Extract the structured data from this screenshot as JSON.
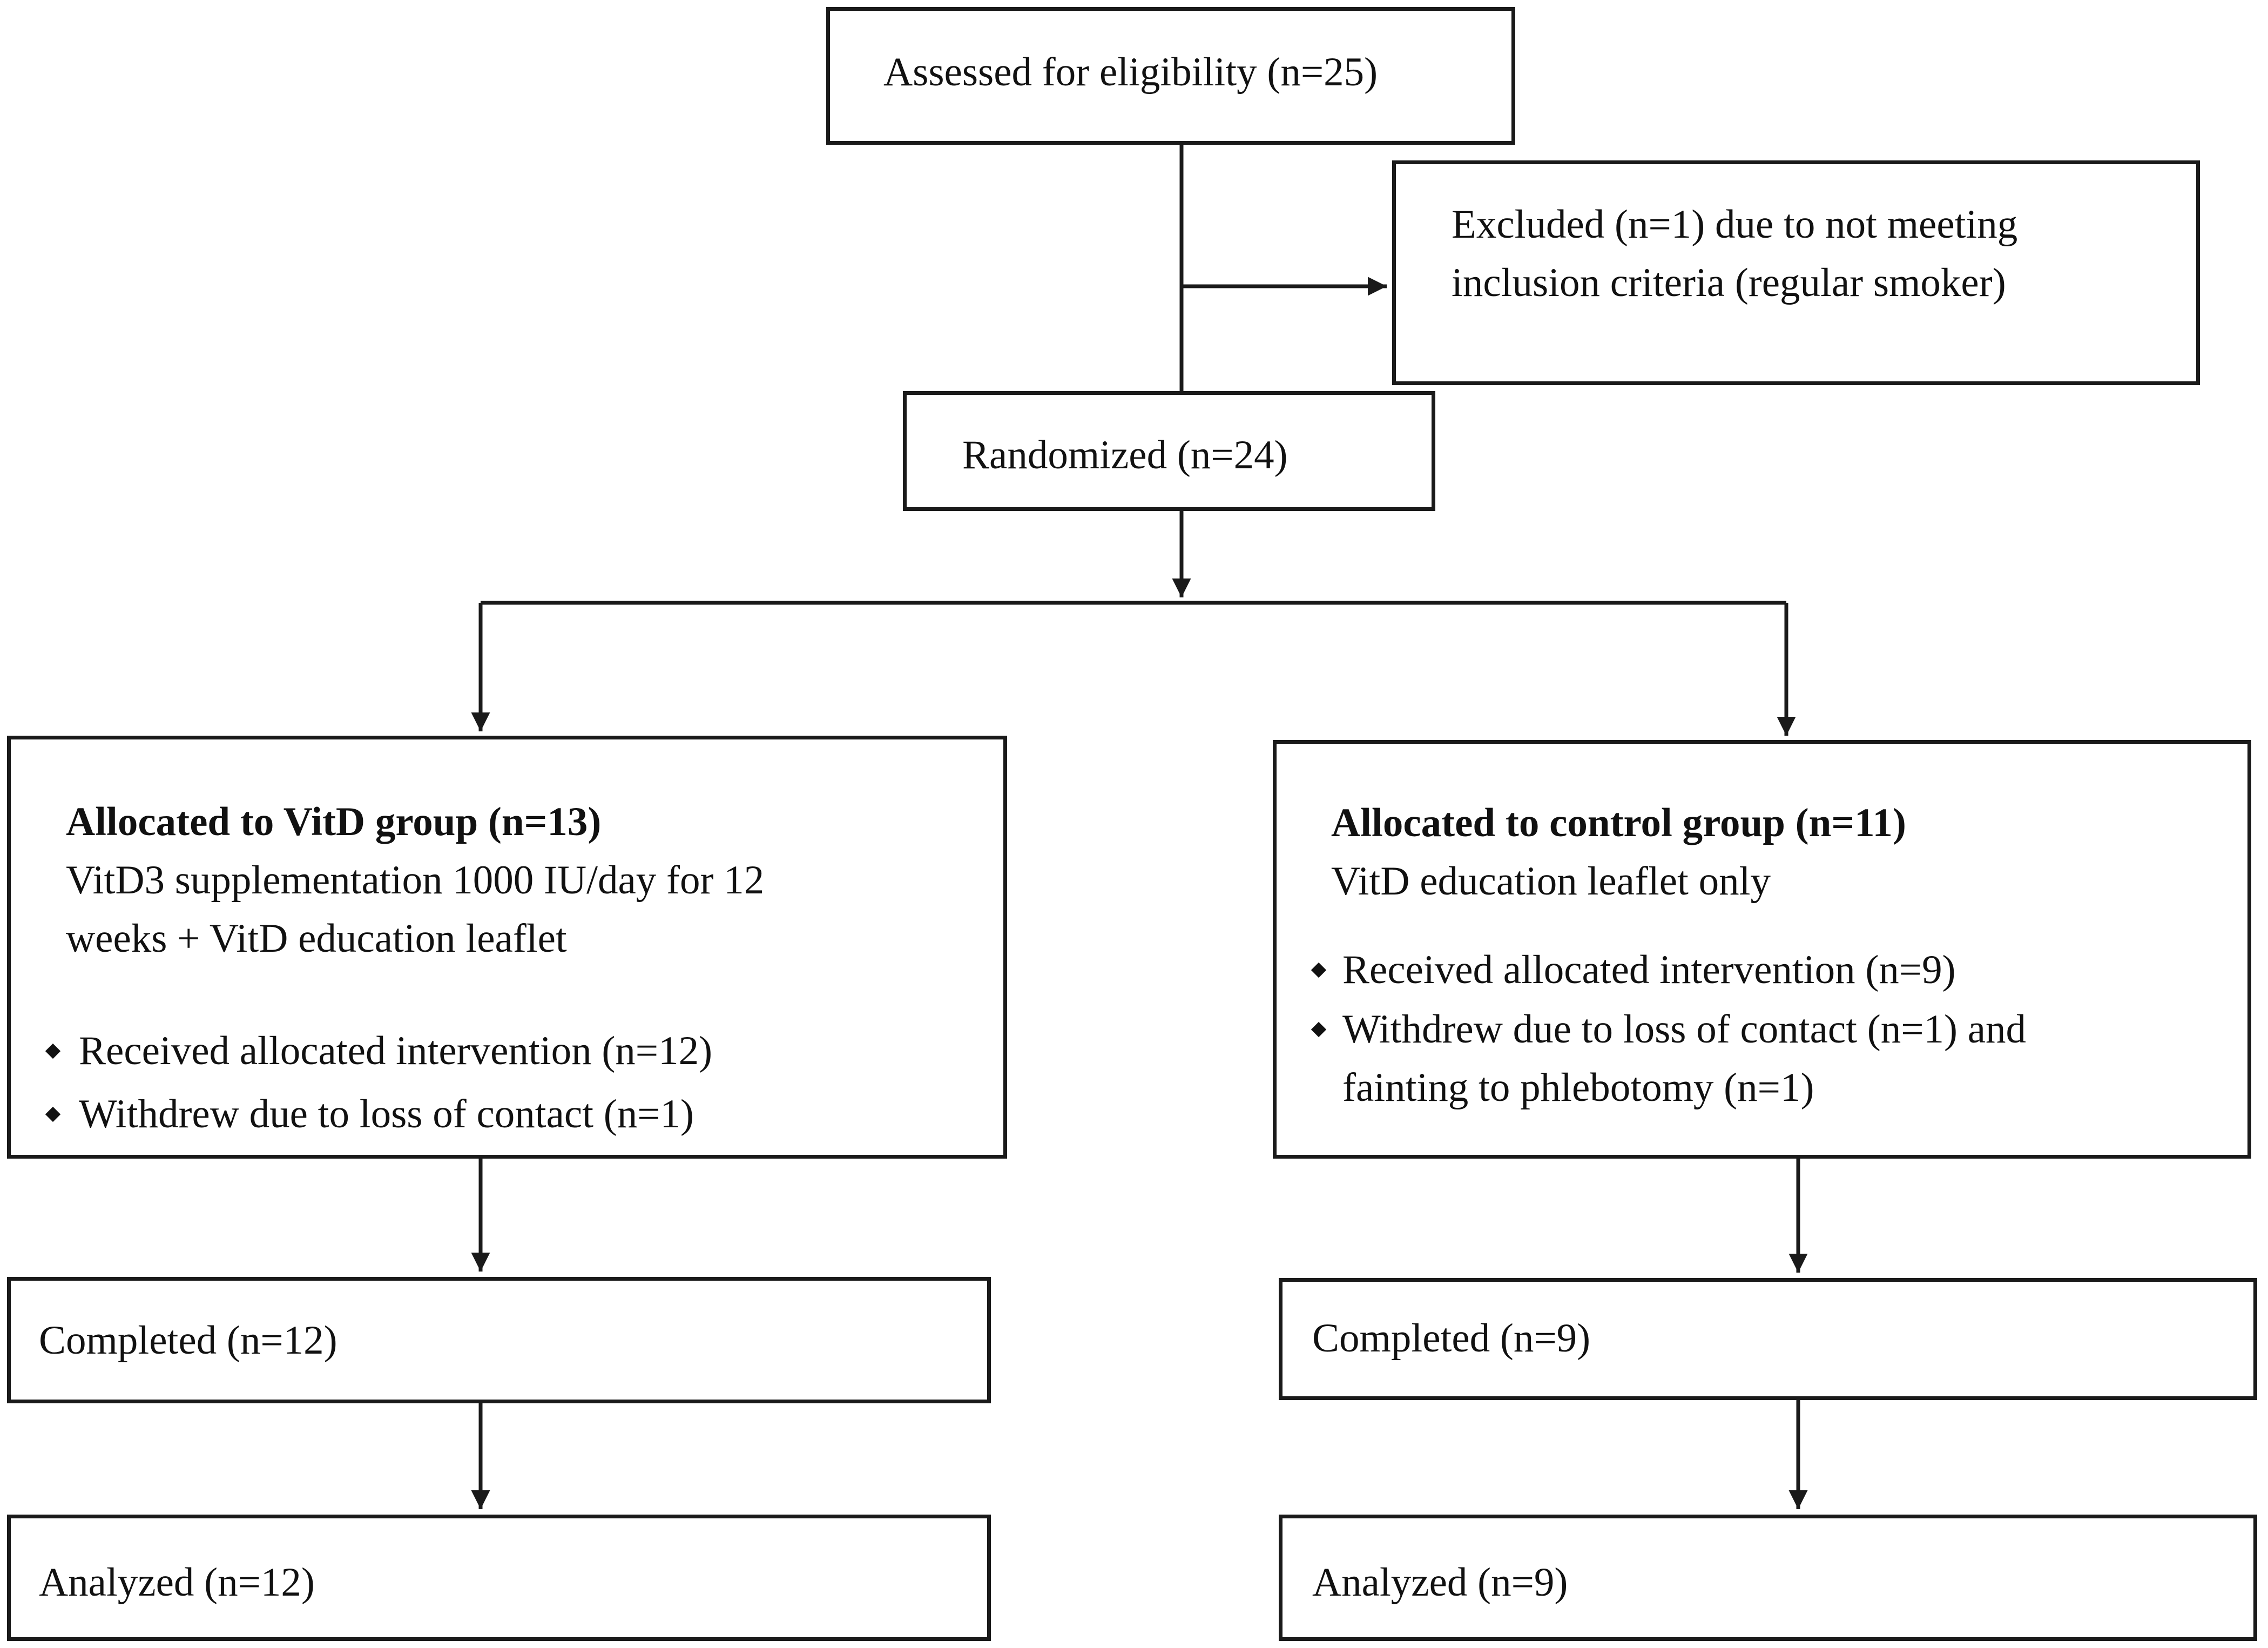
{
  "eligibility": {
    "text": "Assessed for eligibility (n=25)"
  },
  "excluded": {
    "line1": "Excluded (n=1) due to not meeting",
    "line2": "inclusion criteria (regular smoker)"
  },
  "randomized": {
    "text": "Randomized (n=24)"
  },
  "vitd_group": {
    "title": "Allocated to VitD group (n=13)",
    "line1": "VitD3 supplementation 1000 IU/day for 12",
    "line2": "weeks + VitD education leaflet",
    "bullets": [
      "Received allocated intervention (n=12)",
      "Withdrew due to loss of contact (n=1)"
    ],
    "completed": "Completed (n=12)",
    "analyzed": "Analyzed (n=12)"
  },
  "control_group": {
    "title": "Allocated to control group (n=11)",
    "line1": "VitD education leaflet only",
    "bullets": [
      "Received allocated intervention (n=9)",
      "Withdrew due to loss of contact (n=1) and",
      "fainting to phlebotomy (n=1)"
    ],
    "completed": "Completed (n=9)",
    "analyzed": "Analyzed (n=9)"
  }
}
